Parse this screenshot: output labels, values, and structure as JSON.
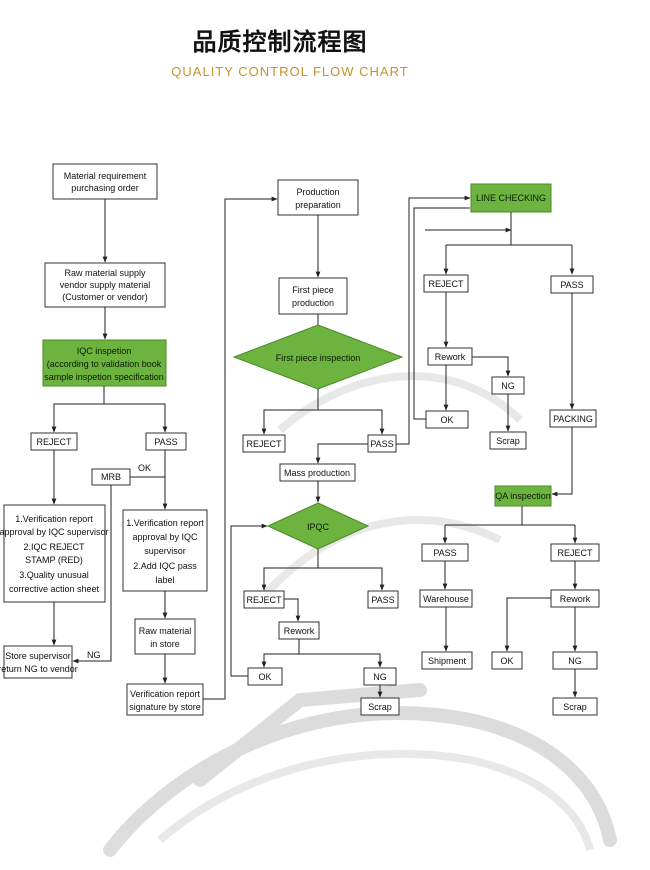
{
  "title_cn": "品质控制流程图",
  "title_en": "QUALITY CONTROL FLOW CHART",
  "nodes": {
    "material_req": [
      "Material requirement",
      "purchasing order"
    ],
    "raw_supply": [
      "Raw material supply",
      "vendor supply material",
      "(Customer or vendor)"
    ],
    "iqc": [
      "IQC inspetion",
      "(according to validation book",
      "sample inspetion specification"
    ],
    "reject1": "REJECT",
    "pass1": "PASS",
    "mrb": "MRB",
    "ok_label1": "OK",
    "verif1": [
      "1.Verification report",
      "approval by IQC supervisor",
      "2.IQC REJECT",
      "STAMP (RED)",
      "3.Quality unusual",
      "corrective action sheet"
    ],
    "verif2": [
      "1.Verification report",
      "approval by IQC",
      "supervisor",
      "2.Add IQC pass",
      "label"
    ],
    "store_sup": [
      "Store supervisor",
      "return NG to vendor"
    ],
    "ng_label1": "NG",
    "raw_store": [
      "Raw material",
      "in store"
    ],
    "verif_sig": [
      "Verification report",
      "signature by store"
    ],
    "prod_prep": [
      "Production",
      "preparation"
    ],
    "first_piece": [
      "First piece",
      "production"
    ],
    "first_insp": "First piece inspection",
    "reject2": "REJECT",
    "pass2": "PASS",
    "mass_prod": "Mass production",
    "ipqc": "IPQC",
    "reject3": "REJECT",
    "pass3": "PASS",
    "rework3": "Rework",
    "ok3": "OK",
    "ng3": "NG",
    "scrap3": "Scrap",
    "line_check": "LINE CHECKING",
    "reject4": "REJECT",
    "pass4": "PASS",
    "rework4": "Rework",
    "ng4": "NG",
    "ok4": "OK",
    "scrap4": "Scrap",
    "packing": "PACKING",
    "qa": "QA inspection",
    "pass5": "PASS",
    "reject5": "REJECT",
    "warehouse": "Warehouse",
    "shipment": "Shipment",
    "rework5": "Rework",
    "ok5": "OK",
    "ng5": "NG",
    "scrap5": "Scrap"
  },
  "colors": {
    "green": "#6db33f",
    "title_en": "#c8922a"
  }
}
